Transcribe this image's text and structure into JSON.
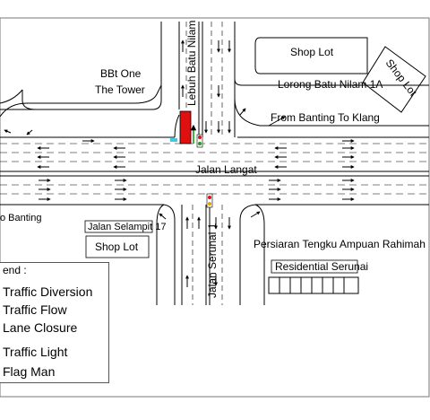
{
  "labels": {
    "bbt_one": "BBt One",
    "the_tower": "The Tower",
    "lebuh_batu_nilam": "Lebuh Batu Nilam",
    "shop_lot_top": "Shop Lot",
    "shop_lot_right": "Shop Lot",
    "lorong_batu_nilam": "Lorong Batu Nilam 1A",
    "from_banting": "From Banting To Klang",
    "jalan_langat": "Jalan Langat",
    "to_banting": "o Banting",
    "jalan_selampit": "Jalan Selampit 17",
    "shop_lot_left": "Shop Lot",
    "jalan_serunai": "Jalan Serunai 1",
    "persiaran": "Persiaran Tengku Ampuan Rahimah",
    "residential": "Residential Serunai"
  },
  "legend": {
    "title": "end :",
    "items": [
      "Traffic Diversion",
      "Traffic Flow",
      "Lane Closure",
      "Traffic Light",
      "Flag Man"
    ]
  },
  "colors": {
    "road_line": "#000000",
    "closure": "#e01010",
    "signal_green": "#18a018",
    "signal_red": "#e01010",
    "signal_amber": "#e8a000",
    "cyan_marker": "#40c8e8"
  }
}
